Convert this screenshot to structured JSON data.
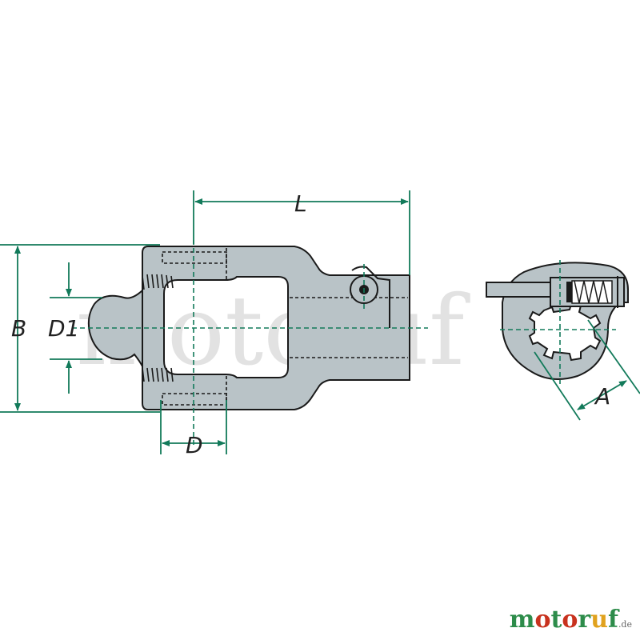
{
  "labels": {
    "L": "L",
    "B": "B",
    "D1": "D1",
    "D": "D",
    "A": "A"
  },
  "watermark": "motoruf",
  "logo": {
    "letters": [
      "m",
      "o",
      "t",
      "o",
      "r",
      "u",
      "f"
    ],
    "tld": ".de",
    "colors": [
      "#2d8c4a",
      "#c8321e",
      "#2d8c4a",
      "#c8321e",
      "#2d8c4a",
      "#e0a21e",
      "#2d8c4a"
    ]
  },
  "colors": {
    "dimension": "#127a5a",
    "part_fill": "#b9c3c7",
    "outline": "#1a1a1a",
    "hidden": "#1a1a1a"
  }
}
